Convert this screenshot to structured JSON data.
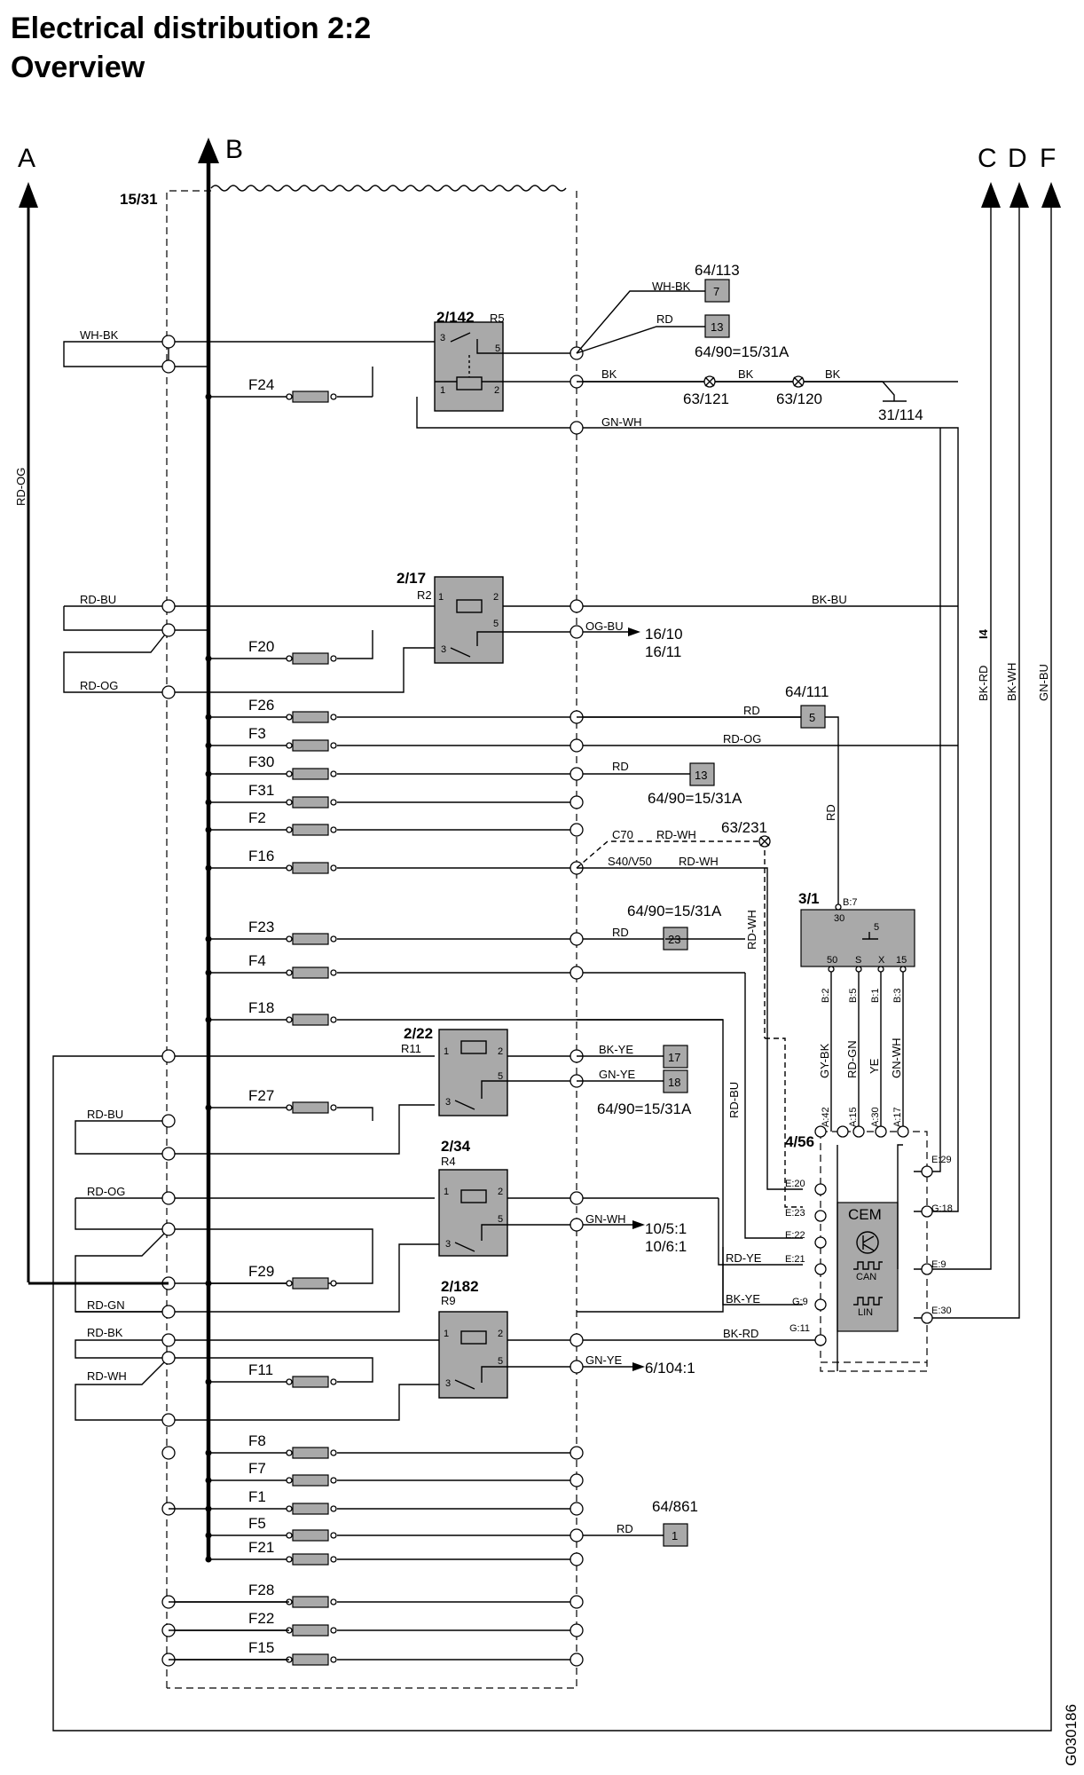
{
  "title": {
    "line1": "Electrical distribution 2:2",
    "line2": "Overview"
  },
  "connectors": {
    "A": "A",
    "B": "B",
    "C": "C",
    "D": "D",
    "F": "F"
  },
  "central_box": "15/31",
  "wires": {
    "rd_og_vertical": "RD-OG",
    "wh_bk": "WH-BK",
    "rd_bu_1": "RD-BU",
    "rd_og_1": "RD-OG",
    "rd_bu_2": "RD-BU",
    "rd_og_2": "RD-OG",
    "rd_gn": "RD-GN",
    "rd_bk": "RD-BK",
    "rd_wh": "RD-WH",
    "gn_wh": "GN-WH",
    "bk_bu": "BK-BU",
    "og_bu": "OG-BU",
    "rd_f26": "RD",
    "rd_og_f3": "RD-OG",
    "rd_f30": "RD",
    "rd_wh_c70": "RD-WH",
    "rd_wh_s40": "RD-WH",
    "rd_f23": "RD",
    "bk_ye": "BK-YE",
    "gn_ye": "GN-YE",
    "gn_wh_234": "GN-WH",
    "gn_ye_2182": "GN-YE",
    "rd_f5": "RD",
    "rd_wh_vert": "RD-WH",
    "rd_bu_vert": "RD-BU",
    "rd_ye": "RD-YE",
    "bk_ye_g9": "BK-YE",
    "bk_rd_g11": "BK-RD",
    "rd_31": "RD",
    "gy_bk": "GY-BK",
    "rd_gn_31": "RD-GN",
    "ye_31": "YE",
    "gn_wh_31": "GN-WH",
    "bk_rd_vert": "BK-RD",
    "bk_wh_vert": "BK-WH",
    "gn_bu_vert": "GN-BU",
    "wh_bk_64113": "WH-BK",
    "rd_64113": "RD",
    "bk1": "BK",
    "bk2": "BK",
    "bk3": "BK",
    "i4": "I4"
  },
  "variants": {
    "c70": "C70",
    "s40": "S40/V50"
  },
  "relays": {
    "r2142": {
      "id": "2/142",
      "name": "R5",
      "p1": "1",
      "p2": "2",
      "p3": "3",
      "p5": "5"
    },
    "r217": {
      "id": "2/17",
      "name": "R2",
      "p1": "1",
      "p2": "2",
      "p3": "3",
      "p5": "5"
    },
    "r222": {
      "id": "2/22",
      "name": "R11",
      "p1": "1",
      "p2": "2",
      "p3": "3",
      "p5": "5"
    },
    "r234": {
      "id": "2/34",
      "name": "R4",
      "p1": "1",
      "p2": "2",
      "p3": "3",
      "p5": "5"
    },
    "r2182": {
      "id": "2/182",
      "name": "R9",
      "p1": "1",
      "p2": "2",
      "p3": "3",
      "p5": "5"
    }
  },
  "fuses": [
    "F24",
    "F20",
    "F26",
    "F3",
    "F30",
    "F31",
    "F2",
    "F16",
    "F23",
    "F4",
    "F18",
    "F27",
    "F29",
    "F11",
    "F8",
    "F7",
    "F1",
    "F5",
    "F21",
    "F28",
    "F22",
    "F15"
  ],
  "components": {
    "c64_113": "64/113",
    "pin7": "7",
    "pin13a": "13",
    "c64_90a": "64/90=15/31A",
    "c63_121": "63/121",
    "c63_120": "63/120",
    "c31_114": "31/114",
    "c16_10": "16/10",
    "c16_11": "16/11",
    "c64_111": "64/111",
    "pin5": "5",
    "pin13b": "13",
    "c64_90b": "64/90=15/31A",
    "c63_231": "63/231",
    "c64_90c": "64/90=15/31A",
    "pin23": "23",
    "pin17": "17",
    "pin18": "18",
    "c64_90d": "64/90=15/31A",
    "c10_5": "10/5:1",
    "c10_6": "10/6:1",
    "c6_104": "6/104:1",
    "c64_861": "64/861",
    "pin1": "1",
    "c3_1": "3/1",
    "c3_1_b7": "B:7",
    "c3_1_30": "30",
    "c3_1_5": "5",
    "c3_1_50": "50",
    "c3_1_s": "S",
    "c3_1_x": "X",
    "c3_1_15": "15",
    "c3_1_b2": "B:2",
    "c3_1_b5": "B:5",
    "c3_1_b1": "B:1",
    "c3_1_b3": "B:3",
    "c4_56": "4/56",
    "cem": "CEM",
    "can": "CAN",
    "lin": "LIN",
    "a42": "A:42",
    "a15": "A:15",
    "a30": "A:30",
    "a17": "A:17",
    "e20": "E:20",
    "e23": "E:23",
    "e22": "E:22",
    "e21": "E:21",
    "g9": "G:9",
    "g11": "G:11",
    "e29": "E:29",
    "g18": "G:18",
    "e9": "E:9",
    "e30": "E:30"
  },
  "figure_id": "G030186"
}
